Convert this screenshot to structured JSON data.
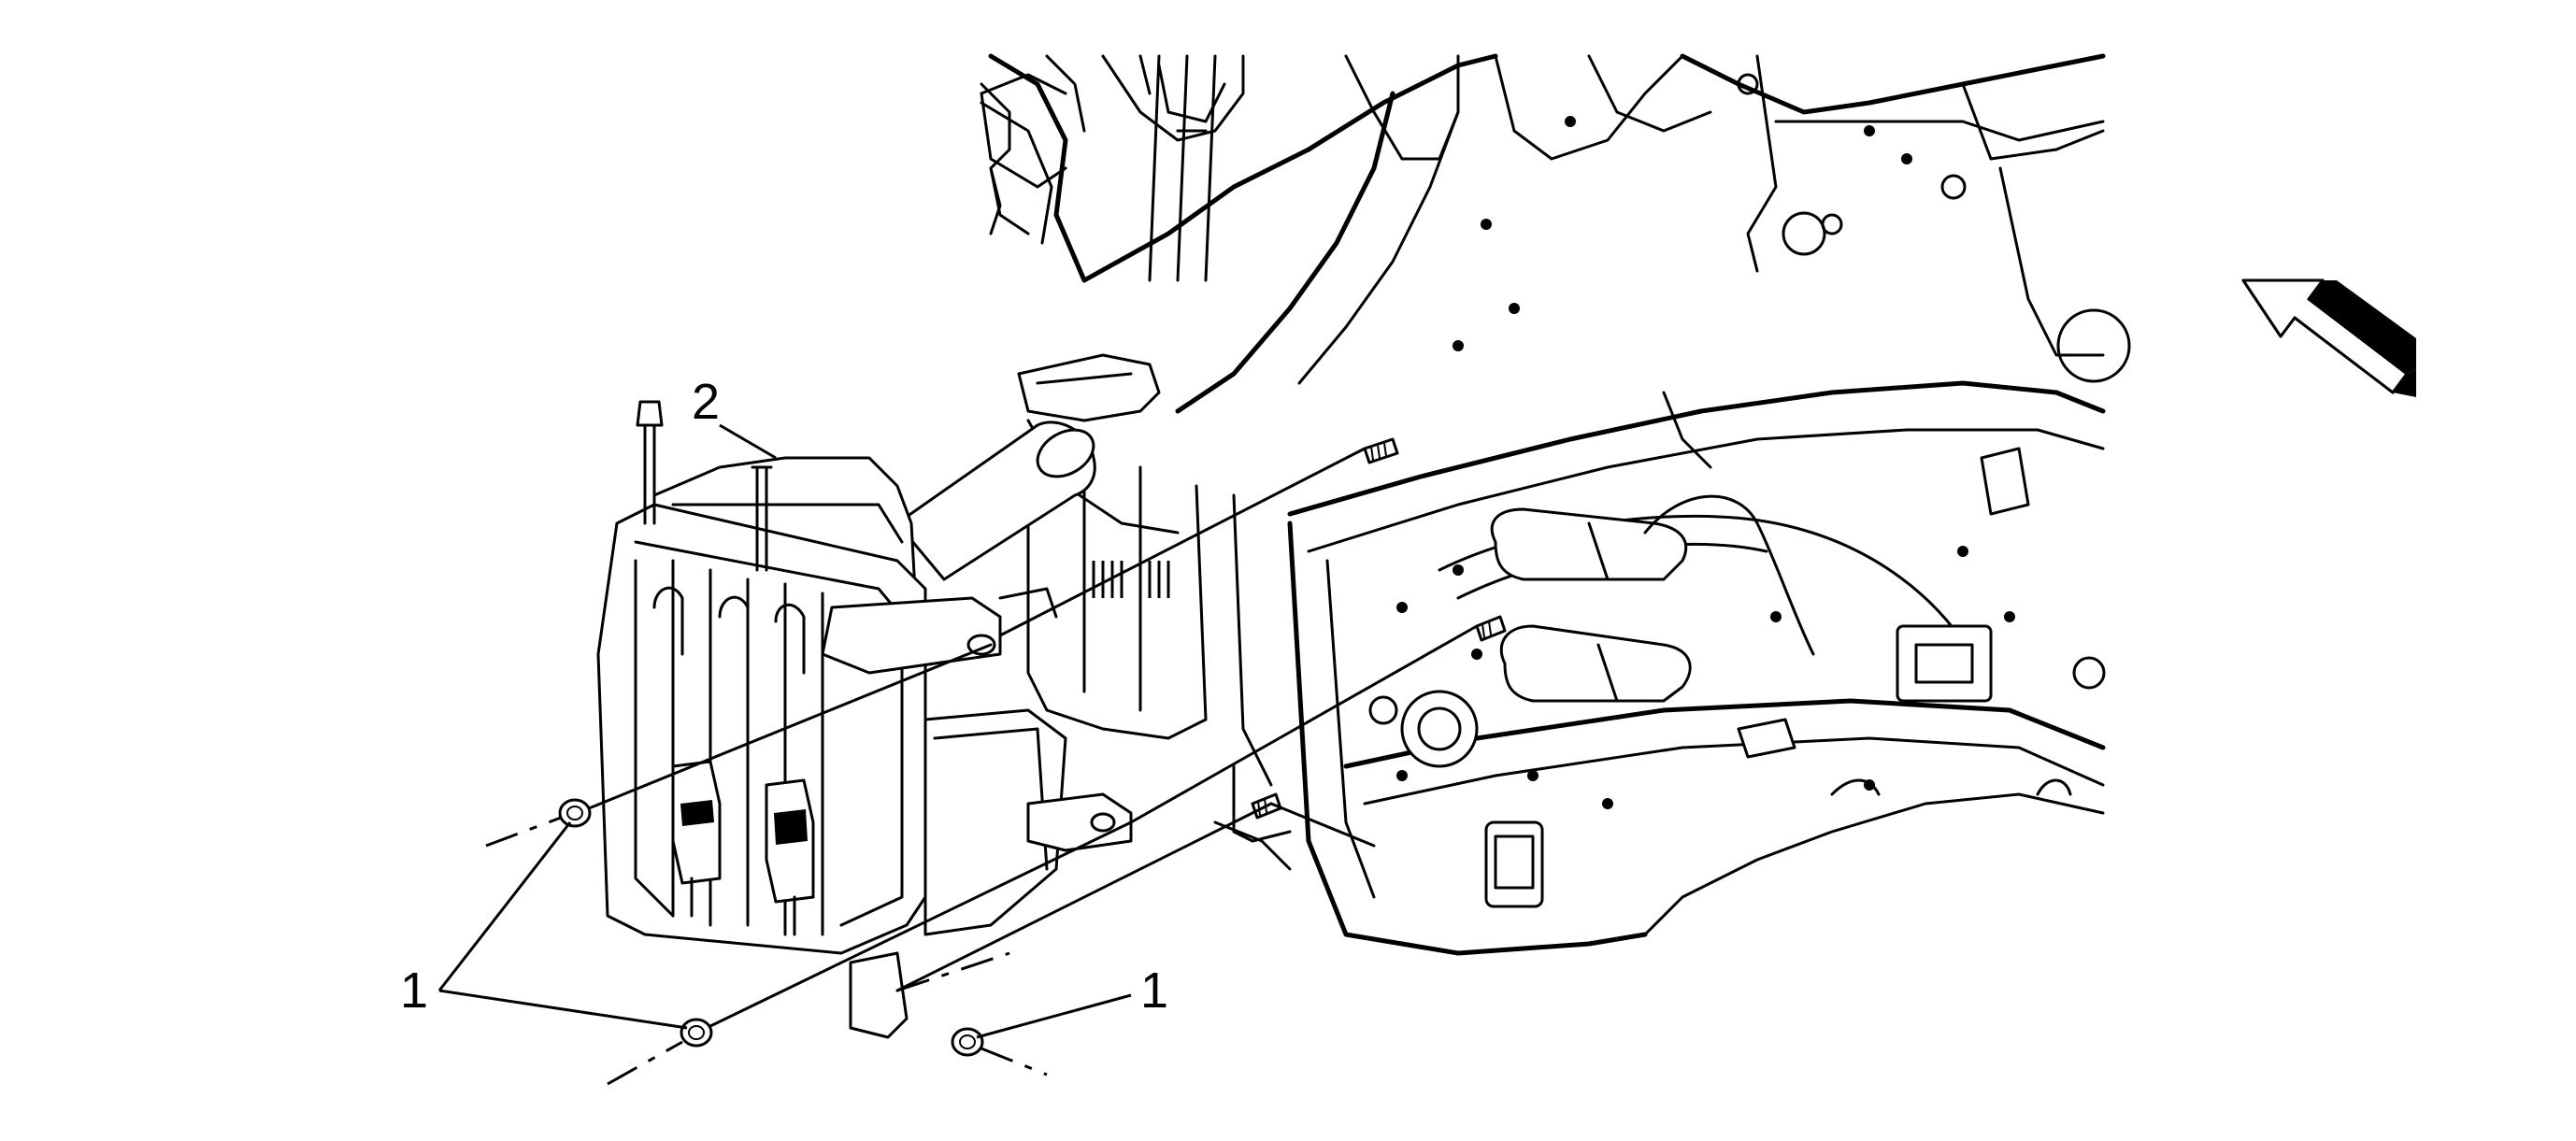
{
  "diagram": {
    "callouts": [
      {
        "id": "nut-left",
        "text": "1"
      },
      {
        "id": "reservoir",
        "text": "2"
      },
      {
        "id": "nut-right",
        "text": "1"
      }
    ],
    "arrow_icon": "view-direction-arrow-icon"
  }
}
